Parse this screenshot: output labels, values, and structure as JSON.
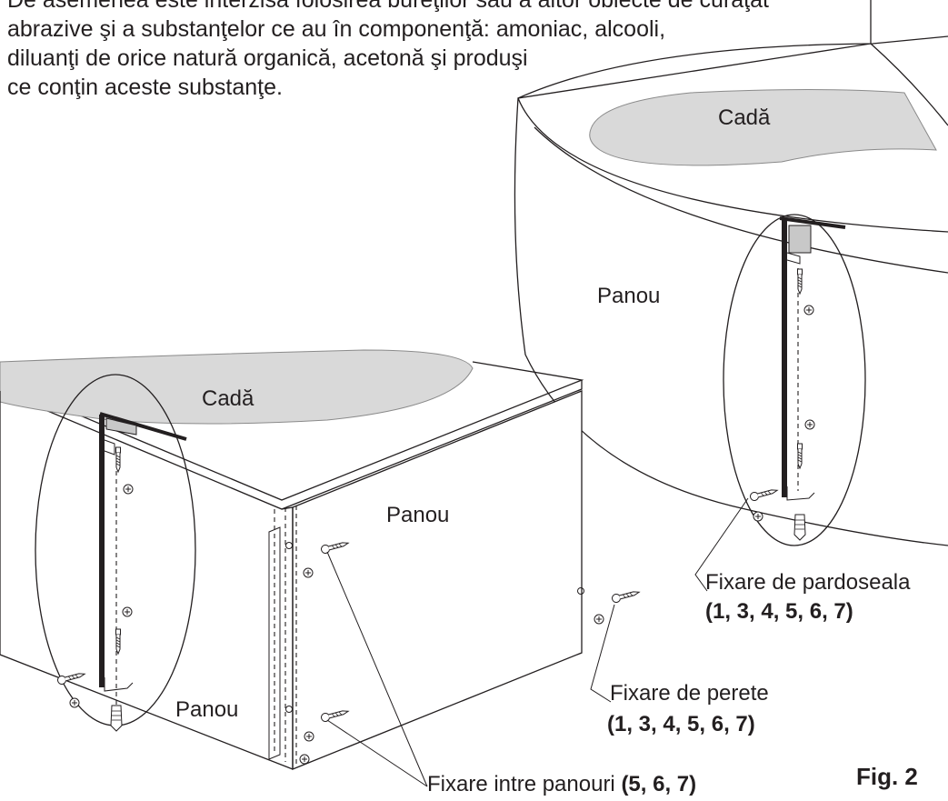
{
  "intro_text": {
    "line_cut": "De asemenea este interzisă folosirea bureţilor sau a altor obiecte de curăţat",
    "line1": "abrazive şi a substanţelor ce au în componenţă: amoniac, alcooli,",
    "line2": "diluanţi de orice natură organică, acetonă şi produşi",
    "line3": "ce conţin aceste substanţe."
  },
  "corner_bath": {
    "tub_label": "Cadă",
    "panel_label": "Panou"
  },
  "rect_bath": {
    "tub_label": "Cadă",
    "front_panel_label": "Panou",
    "side_panel_label": "Panou"
  },
  "callouts": {
    "floor_fix": {
      "label": "Fixare de pardoseala",
      "parts": "(1, 3, 4, 5, 6, 7)"
    },
    "wall_fix": {
      "label": "Fixare de perete",
      "parts": "(1, 3, 4, 5, 6, 7)"
    },
    "panel_fix": {
      "label": "Fixare intre panouri ",
      "parts": "(5, 6, 7)"
    }
  },
  "figure_label": "Fig. 2"
}
